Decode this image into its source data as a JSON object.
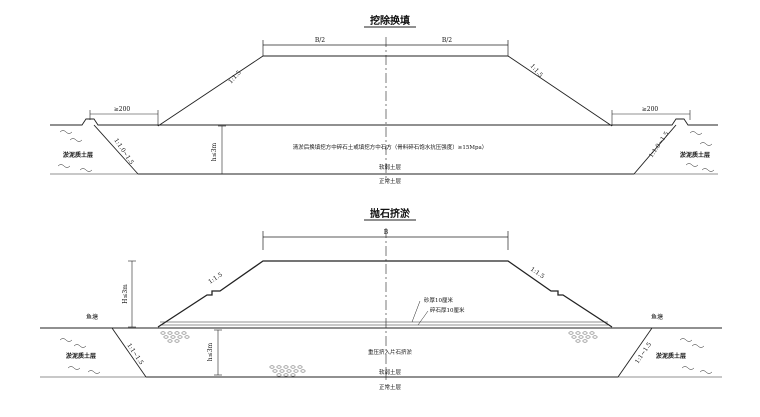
{
  "section_top": {
    "title": "挖除换填",
    "dim_left": "B/2",
    "dim_right": "B/2",
    "slope_left": "1:1.5",
    "slope_right": "1:1.5",
    "berm_left": "≥200",
    "berm_right": "≥200",
    "cut_slope_left": "1:1.0~1.5",
    "cut_slope_right": "1:1.0~1.5",
    "soft_soil_left": "淤泥质土层",
    "soft_soil_right": "淤泥质土层",
    "depth_label": "h≤3m",
    "fill_note": "清淤后换填挖方中碎石土或填挖方中石方（骨料碎石饱水抗压强度）≥15Mpa）",
    "weak_soil": "软弱土层",
    "normal_soil": "正常土层"
  },
  "section_bottom": {
    "title": "抛石挤淤",
    "dim_top": "B",
    "slope_left": "1:1.5",
    "slope_right": "1:1.5",
    "height_label": "H≤3m",
    "water_left": "鱼塘",
    "water_right": "鱼塘",
    "sand_layer": "砂厚10厘米",
    "gravel_layer": "碎石厚10厘米",
    "soft_soil_left": "淤泥质土层",
    "soft_soil_right": "淤泥质土层",
    "cut_slope_left": "1:1~1.5",
    "cut_slope_right": "1:1~1.5",
    "depth_label": "h≤3m",
    "rock_note": "重压挤入片石挤淤",
    "weak_soil": "软弱土层",
    "normal_soil": "正常土层"
  }
}
